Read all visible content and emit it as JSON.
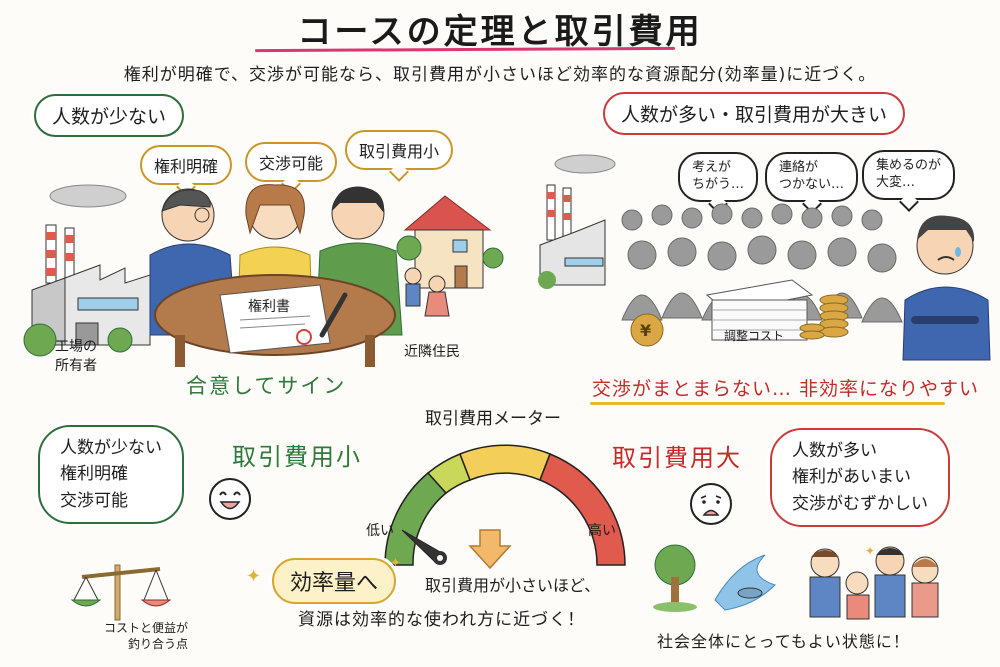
{
  "header": {
    "title": "コースの定理と取引費用",
    "subtitle": "権利が明確で、交渉が可能なら、取引費用が小さいほど効率的な資源配分(効率量)に近づく。",
    "underline_color": "#d9376e"
  },
  "left_scene": {
    "heading": "人数が少ない",
    "bubbles": [
      "権利明確",
      "交渉可能",
      "取引費用小"
    ],
    "factory_label_1": "工場の",
    "factory_label_2": "所有者",
    "document_title": "権利書",
    "residents_label": "近隣住民",
    "caption": "合意してサイン",
    "accent_color": "#2f7a3a"
  },
  "right_scene": {
    "heading": "人数が多い・取引費用が大きい",
    "bubbles": [
      {
        "line1": "考えが",
        "line2": "ちがう…"
      },
      {
        "line1": "連絡が",
        "line2": "つかない…"
      },
      {
        "line1": "集めるのが",
        "line2": "大変…"
      }
    ],
    "paper_stack_label": "調整コスト",
    "coin_symbol": "¥",
    "caption": "交渉がまとまらない… 非効率になりやすい",
    "accent_color": "#c42a2a",
    "underline_color": "#e8b830"
  },
  "meter": {
    "title": "取引費用メーター",
    "low_label": "低い",
    "high_label": "高い",
    "segments": [
      {
        "name": "green",
        "color": "#6ea850"
      },
      {
        "name": "yellow-green",
        "color": "#c9d85a"
      },
      {
        "name": "yellow",
        "color": "#f3cf5a"
      },
      {
        "name": "red",
        "color": "#e05a4e"
      }
    ],
    "needle_position": "low"
  },
  "low_cost": {
    "heading": "取引費用小",
    "conditions": [
      "人数が少ない",
      "権利明確",
      "交渉可能"
    ],
    "face": "smile-icon"
  },
  "high_cost": {
    "heading": "取引費用大",
    "conditions": [
      "人数が多い",
      "権利があいまい",
      "交渉がむずかしい"
    ],
    "face": "worried-icon"
  },
  "efficiency": {
    "badge": "効率量へ",
    "line1": "取引費用が小さいほど、",
    "line2": "資源は効率的な使われ方に近づく！"
  },
  "balance": {
    "label_1": "コストと便益が",
    "label_2": "釣り合う点"
  },
  "society": {
    "caption": "社会全体にとってもよい状態に！"
  }
}
